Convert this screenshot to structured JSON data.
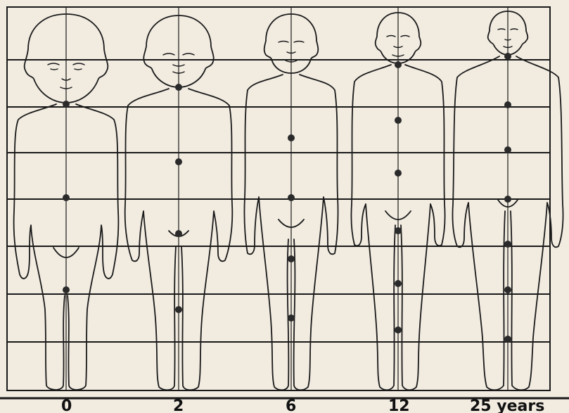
{
  "figure": {
    "age_labels": [
      "0",
      "2",
      "6",
      "12",
      "25 years"
    ],
    "figures_count_shown": 5
  },
  "style": {
    "background": "#f1ebe0",
    "ink": "#1a1a1a",
    "dot": "#2a2a2a"
  }
}
